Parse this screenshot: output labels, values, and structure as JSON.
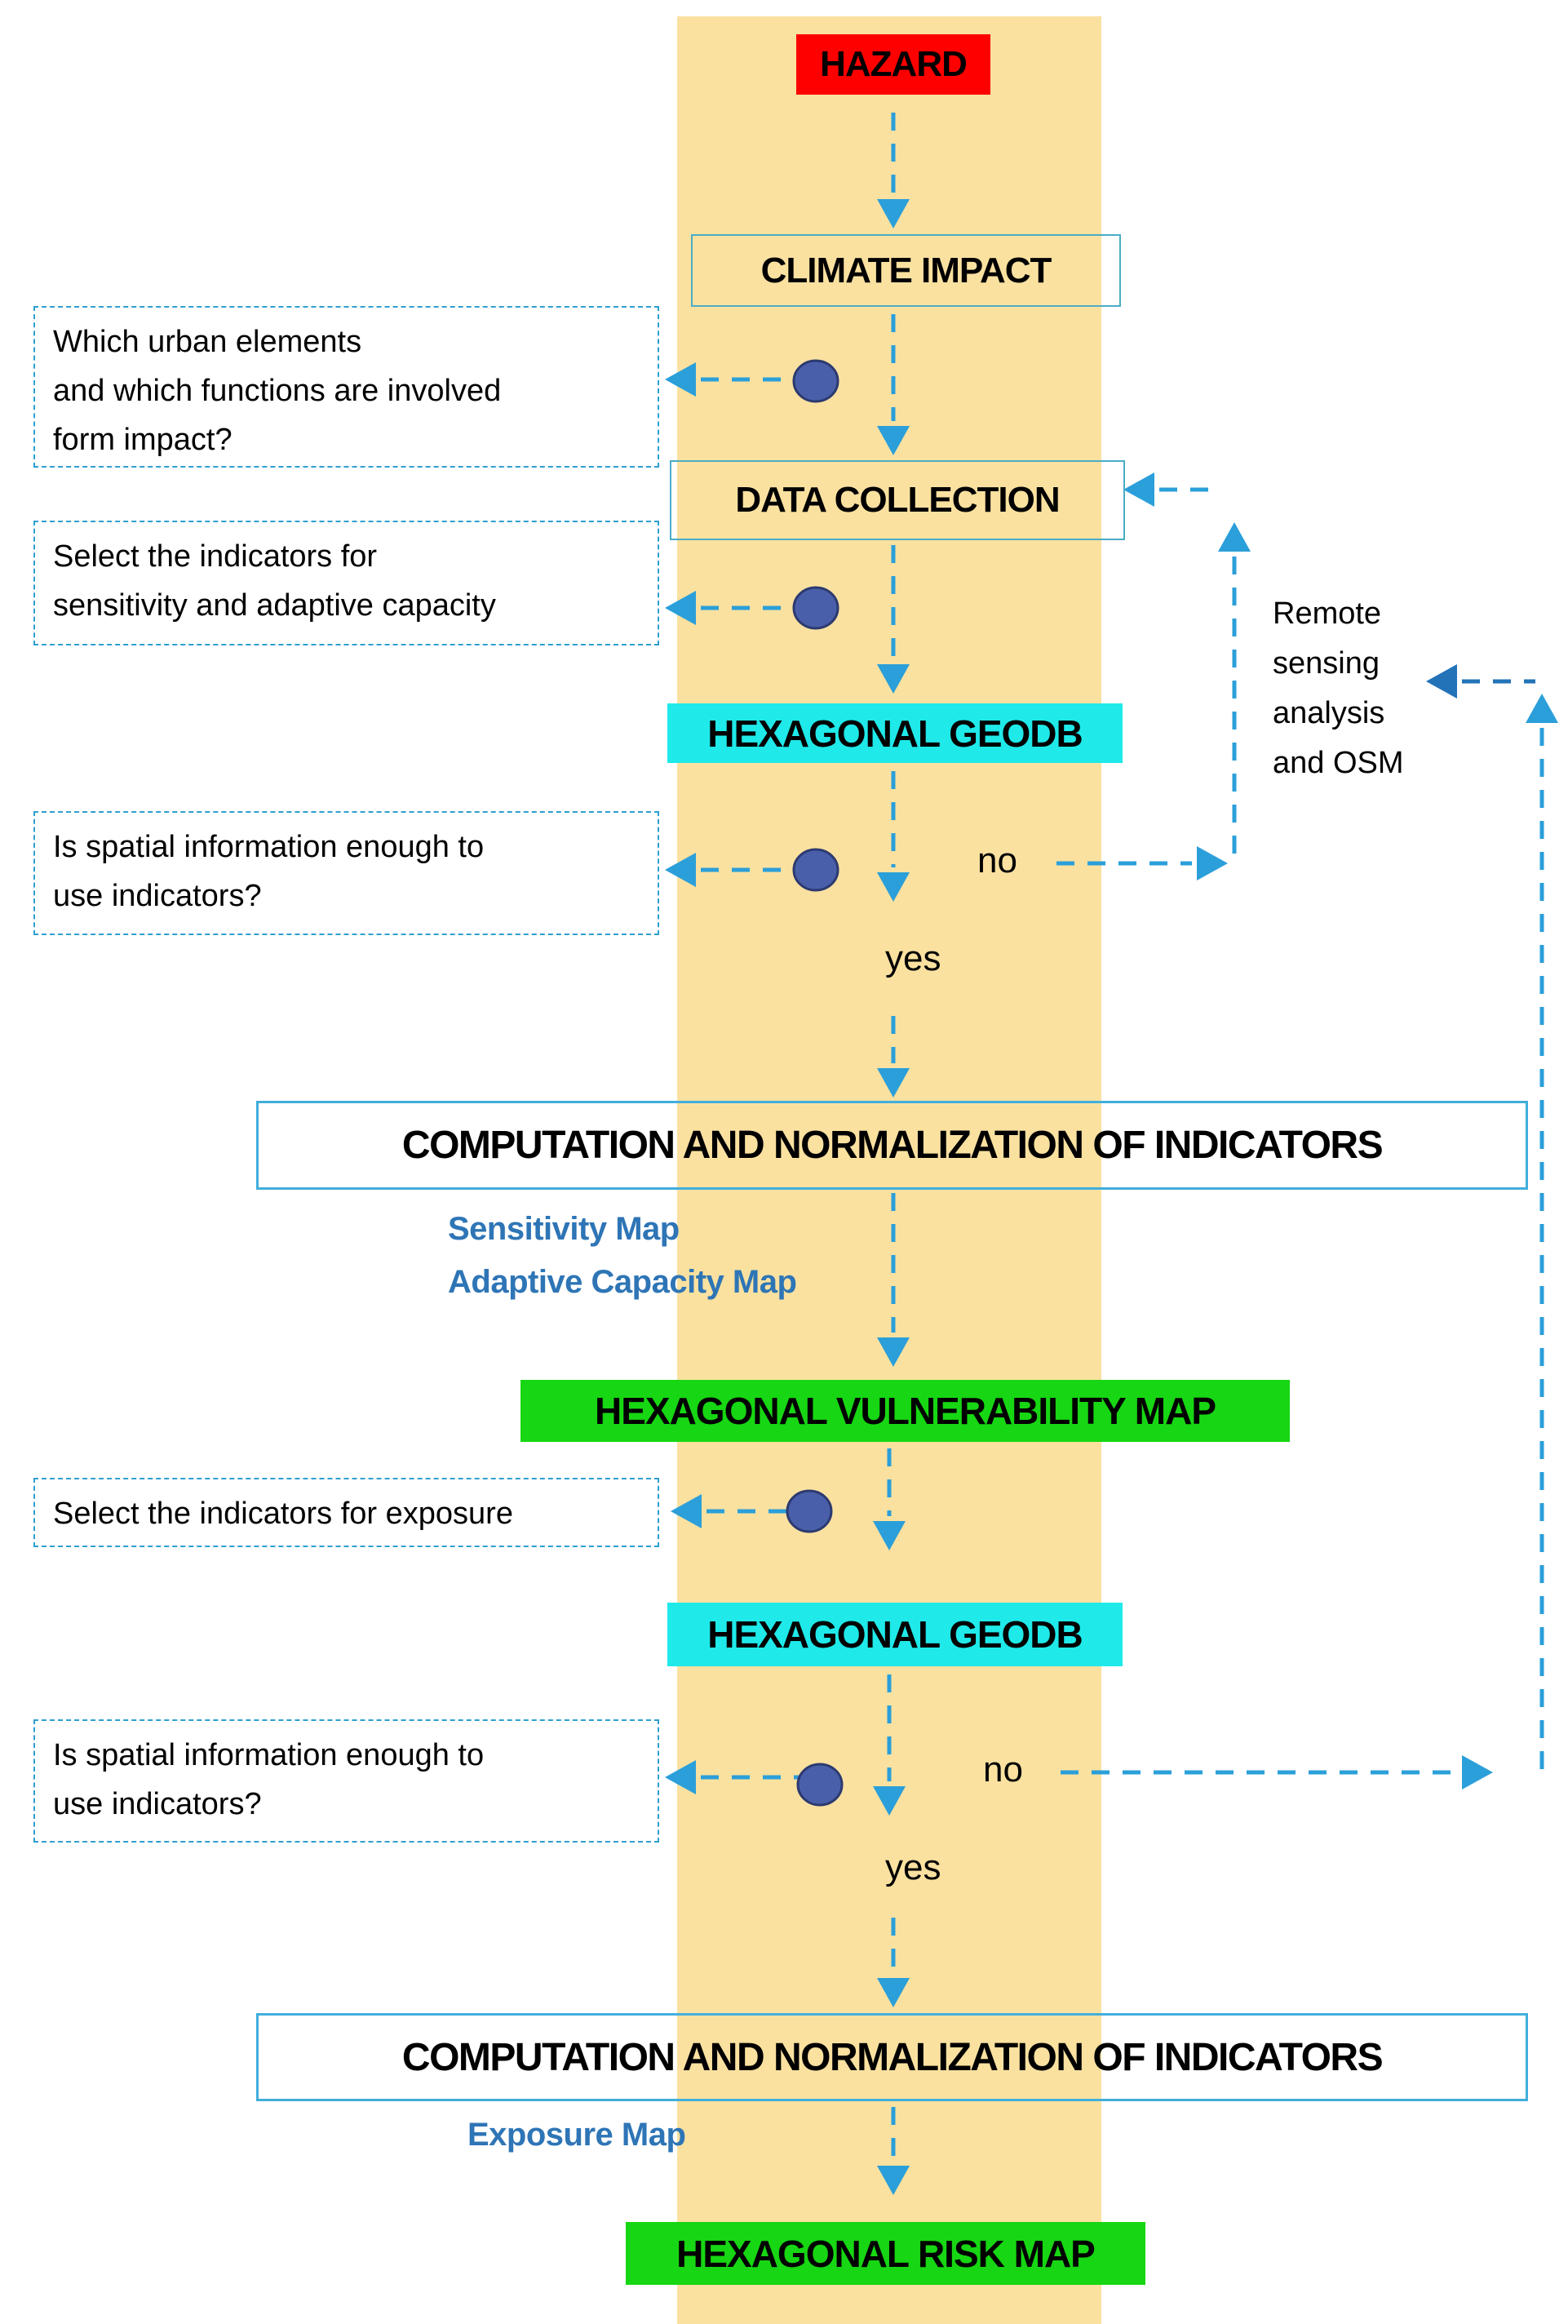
{
  "colors": {
    "band": "#fae1a0",
    "hazard_bg": "#fe0000",
    "geodb_bg": "#1fe9e9",
    "map_bg": "#17d613",
    "arrow": "#2b9fd9",
    "arrow_dark": "#2273b8",
    "dot_fill": "#4a5fa9",
    "dot_stroke": "#2c3a70",
    "node_border": "#4bacc6",
    "big_node_border": "#41aedc",
    "question_border": "#2e9fd0",
    "map_label_text": "#2e75b6",
    "text": "#000000"
  },
  "nodes": {
    "hazard": "HAZARD",
    "climate_impact": "CLIMATE IMPACT",
    "data_collection": "DATA COLLECTION",
    "geodb_1": "HEXAGONAL GEODB",
    "computation_1": "COMPUTATION AND NORMALIZATION OF INDICATORS",
    "vulnerability_map": "HEXAGONAL VULNERABILITY MAP",
    "geodb_2": "HEXAGONAL GEODB",
    "computation_2": "COMPUTATION AND NORMALIZATION OF INDICATORS",
    "risk_map": "HEXAGONAL RISK MAP"
  },
  "questions": [
    {
      "lines": [
        "Which urban elements",
        "and which functions are involved",
        "form impact?"
      ]
    },
    {
      "lines": [
        "Select the indicators for",
        "sensitivity and adaptive capacity"
      ]
    },
    {
      "lines": [
        "Is spatial information enough to",
        "use indicators?"
      ]
    },
    {
      "lines": [
        "Select the indicators for exposure"
      ]
    },
    {
      "lines": [
        "Is spatial information enough to",
        "use indicators?"
      ]
    }
  ],
  "decisions": {
    "no_1": "no",
    "yes_1": "yes",
    "no_2": "no",
    "yes_2": "yes"
  },
  "map_labels": {
    "sensitivity": "Sensitivity Map",
    "adaptive_capacity": "Adaptive Capacity Map",
    "exposure": "Exposure Map"
  },
  "remote_sensing": {
    "lines": [
      "Remote",
      "sensing",
      "analysis",
      "and OSM"
    ]
  }
}
